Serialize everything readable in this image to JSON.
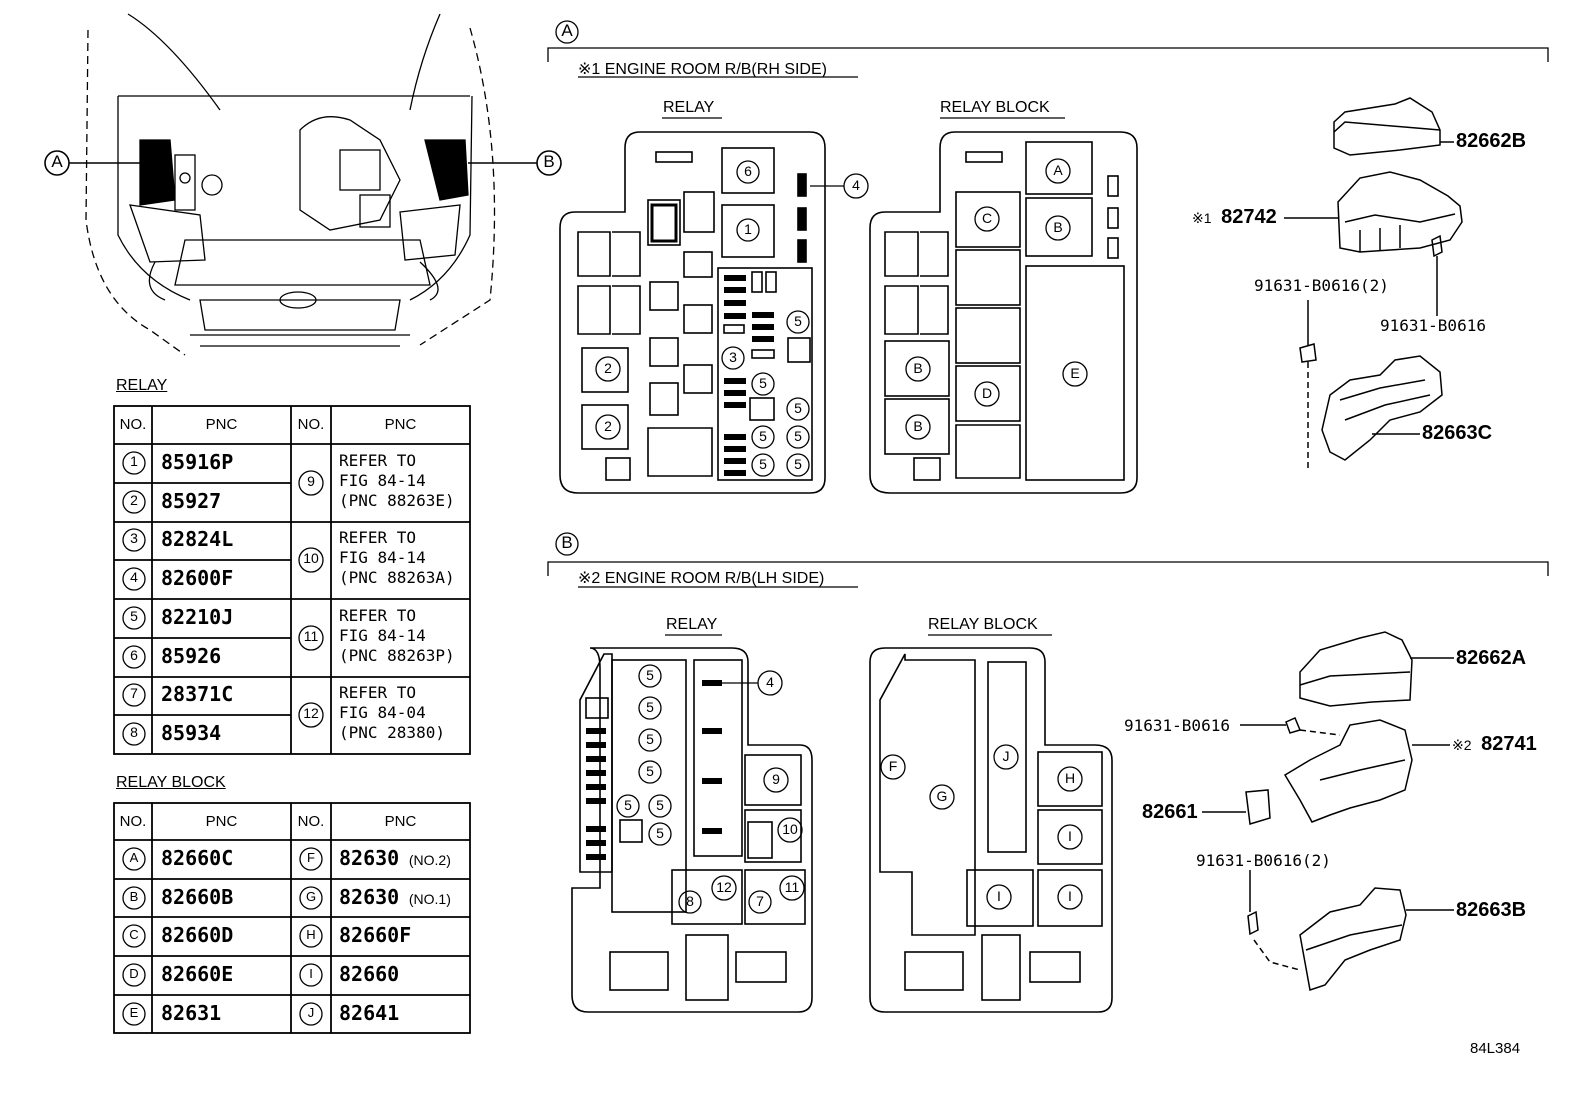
{
  "diagram_id": "84L384",
  "vehicle_callouts": {
    "a": "A",
    "b": "B"
  },
  "relay_table": {
    "title": "RELAY",
    "headers": {
      "no": "NO.",
      "pnc": "PNC"
    },
    "rows": [
      {
        "no": "1",
        "pnc": "85916P"
      },
      {
        "no": "2",
        "pnc": "85927"
      },
      {
        "no": "3",
        "pnc": "82824L"
      },
      {
        "no": "4",
        "pnc": "82600F"
      },
      {
        "no": "5",
        "pnc": "82210J"
      },
      {
        "no": "6",
        "pnc": "85926"
      },
      {
        "no": "7",
        "pnc": "28371C"
      },
      {
        "no": "8",
        "pnc": "85934"
      }
    ],
    "refs": [
      {
        "no": "9",
        "l1": "REFER TO",
        "l2": "FIG 84-14",
        "l3": "(PNC 88263E)"
      },
      {
        "no": "10",
        "l1": "REFER TO",
        "l2": "FIG 84-14",
        "l3": "(PNC 88263A)"
      },
      {
        "no": "11",
        "l1": "REFER TO",
        "l2": "FIG 84-14",
        "l3": "(PNC 88263P)"
      },
      {
        "no": "12",
        "l1": "REFER TO",
        "l2": "FIG 84-04",
        "l3": "(PNC 28380)"
      }
    ]
  },
  "relay_block_table": {
    "title": "RELAY BLOCK",
    "headers": {
      "no": "NO.",
      "pnc": "PNC"
    },
    "left": [
      {
        "no": "A",
        "pnc": "82660C"
      },
      {
        "no": "B",
        "pnc": "82660B"
      },
      {
        "no": "C",
        "pnc": "82660D"
      },
      {
        "no": "D",
        "pnc": "82660E"
      },
      {
        "no": "E",
        "pnc": "82631"
      }
    ],
    "right": [
      {
        "no": "F",
        "pnc": "82630",
        "note": "(NO.2)"
      },
      {
        "no": "G",
        "pnc": "82630",
        "note": "(NO.1)"
      },
      {
        "no": "H",
        "pnc": "82660F",
        "note": ""
      },
      {
        "no": "I",
        "pnc": "82660",
        "note": ""
      },
      {
        "no": "J",
        "pnc": "82641",
        "note": ""
      }
    ]
  },
  "section_a": {
    "marker": "A",
    "heading": "※1 ENGINE ROOM R/B(RH SIDE)",
    "relay_label": "RELAY",
    "relay_block_label": "RELAY BLOCK",
    "parts": {
      "cover": "82662B",
      "box": "82742",
      "box_mark": "※1",
      "bolt_pair": "91631-B0616(2)",
      "bolt_single": "91631-B0616",
      "lower": "82663C"
    }
  },
  "section_b": {
    "marker": "B",
    "heading": "※2 ENGINE ROOM R/B(LH SIDE)",
    "relay_label": "RELAY",
    "relay_block_label": "RELAY BLOCK",
    "parts": {
      "cover": "82662A",
      "box": "82741",
      "box_mark": "※2",
      "bolt_single": "91631-B0616",
      "connector": "82661",
      "bolt_pair": "91631-B0616(2)",
      "lower": "82663B"
    }
  }
}
